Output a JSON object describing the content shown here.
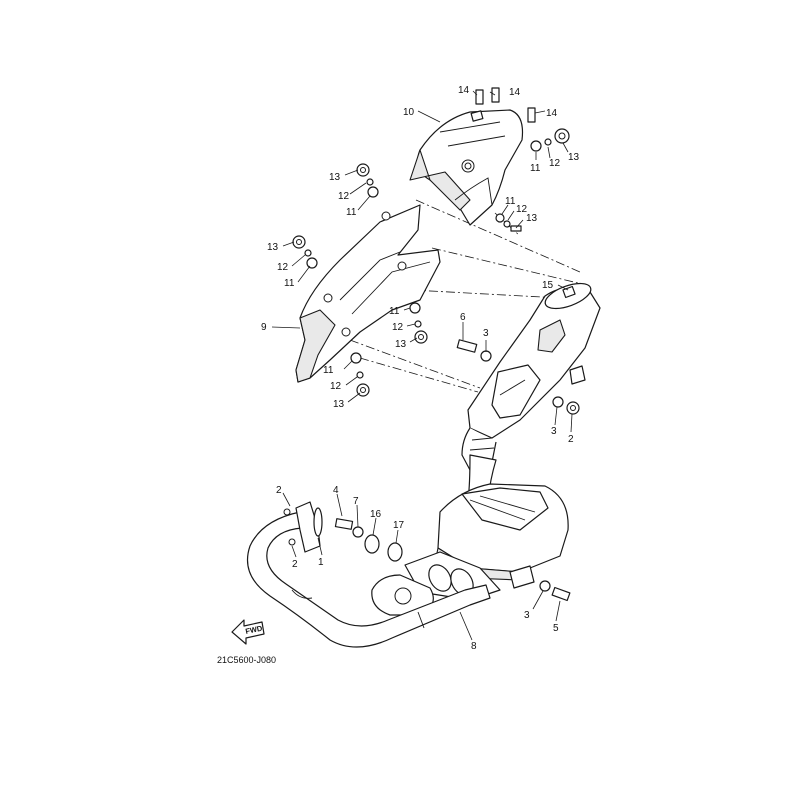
{
  "diagram": {
    "part_code": "21C5600-J080",
    "direction_badge": "FWD",
    "callouts": [
      "1",
      "2",
      "3",
      "4",
      "5",
      "6",
      "7",
      "8",
      "9",
      "10",
      "11",
      "12",
      "13",
      "14",
      "15",
      "16",
      "17"
    ]
  }
}
